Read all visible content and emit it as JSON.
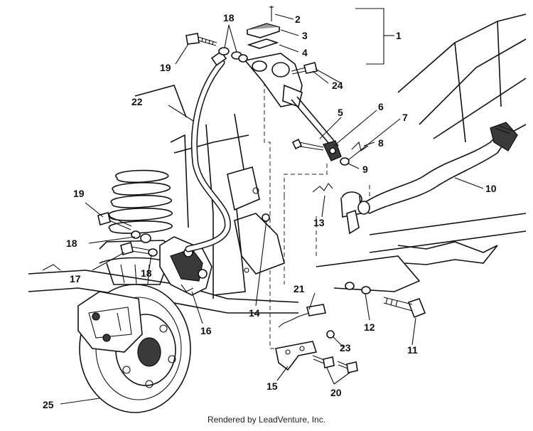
{
  "diagram": {
    "callouts": [
      {
        "id": "c1",
        "text": "1"
      },
      {
        "id": "c2",
        "text": "2"
      },
      {
        "id": "c3",
        "text": "3"
      },
      {
        "id": "c4",
        "text": "4"
      },
      {
        "id": "c5",
        "text": "5"
      },
      {
        "id": "c6",
        "text": "6"
      },
      {
        "id": "c7",
        "text": "7"
      },
      {
        "id": "c8",
        "text": "8"
      },
      {
        "id": "c9",
        "text": "9"
      },
      {
        "id": "c10",
        "text": "10"
      },
      {
        "id": "c11",
        "text": "11"
      },
      {
        "id": "c12",
        "text": "12"
      },
      {
        "id": "c13",
        "text": "13"
      },
      {
        "id": "c14",
        "text": "14"
      },
      {
        "id": "c15",
        "text": "15"
      },
      {
        "id": "c16",
        "text": "16"
      },
      {
        "id": "c17",
        "text": "17"
      },
      {
        "id": "c18a",
        "text": "18"
      },
      {
        "id": "c18b",
        "text": "18"
      },
      {
        "id": "c18c",
        "text": "18"
      },
      {
        "id": "c19a",
        "text": "19"
      },
      {
        "id": "c19b",
        "text": "19"
      },
      {
        "id": "c20",
        "text": "20"
      },
      {
        "id": "c21",
        "text": "21"
      },
      {
        "id": "c22",
        "text": "22"
      },
      {
        "id": "c23",
        "text": "23"
      },
      {
        "id": "c24",
        "text": "24"
      },
      {
        "id": "c25",
        "text": "25"
      }
    ],
    "footer": "Rendered by LeadVenture, Inc."
  }
}
